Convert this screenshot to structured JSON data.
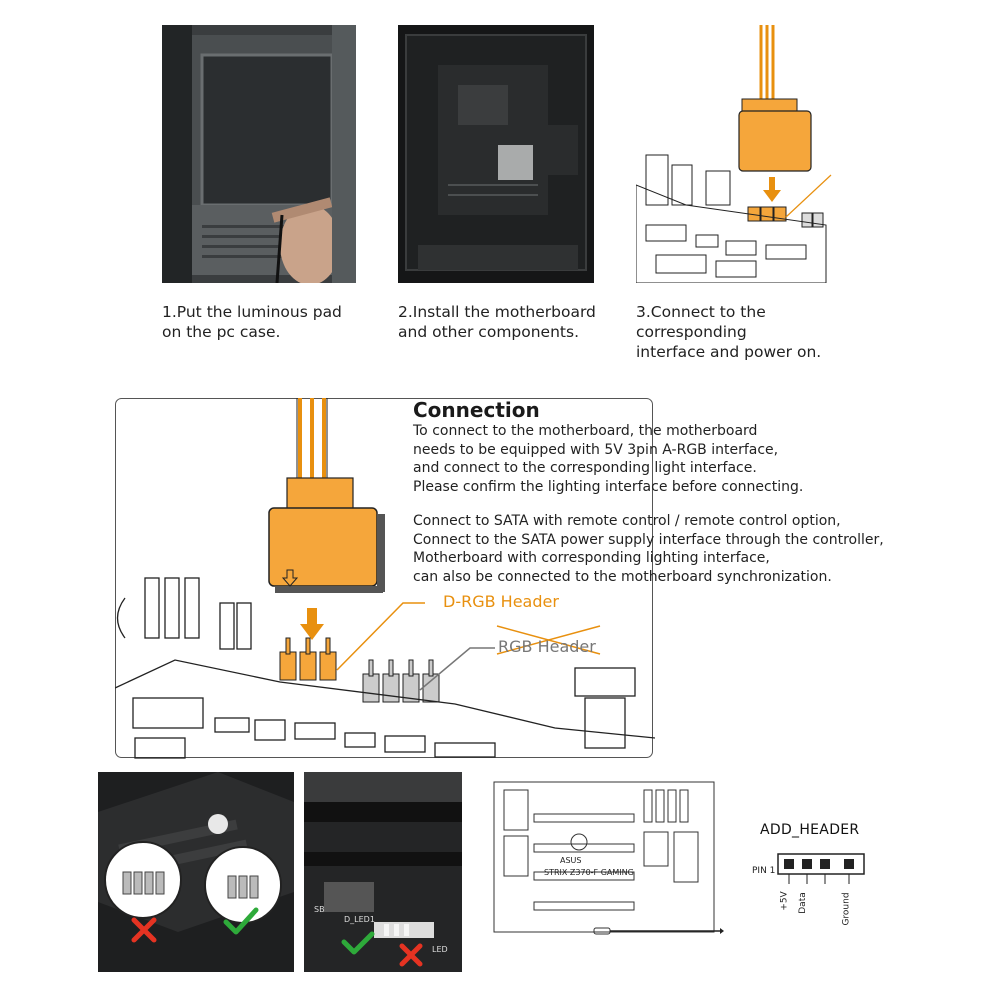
{
  "steps": [
    {
      "lines": [
        "1.Put the luminous pad",
        "on the pc case."
      ]
    },
    {
      "lines": [
        "2.Install the motherboard",
        "and other components."
      ]
    },
    {
      "lines": [
        "3.Connect to the",
        "corresponding",
        "interface and power on."
      ]
    }
  ],
  "connection": {
    "title": "Connection",
    "paragraph1": [
      "To connect to the motherboard, the motherboard",
      "needs to be equipped with 5V 3pin A-RGB interface,",
      "and connect to the corresponding light interface.",
      "Please confirm the lighting interface before connecting."
    ],
    "paragraph2": [
      "Connect to SATA with remote control / remote control option,",
      "Connect to the SATA power supply interface through the controller,",
      "Motherboard with corresponding lighting interface,",
      "can also be connected to the motherboard synchronization."
    ],
    "drgb_label": "D-RGB Header",
    "rgb_label": "RGB Header"
  },
  "bottom": {
    "board_model": "STRIX Z370-F GAMING",
    "board_brand": "ASUS",
    "add_header_title": "ADD_HEADER",
    "pin1_label": "PIN 1",
    "pin_labels": [
      "+5V",
      "Data",
      "Ground"
    ],
    "sb_label": "SB",
    "led_label": "D_LED1",
    "led_label2": "LED"
  },
  "colors": {
    "accent": "#e8900f",
    "orange_fill": "#f5a63b",
    "gray": "#777777",
    "ok": "#2eaa3a",
    "bad": "#e53322"
  }
}
